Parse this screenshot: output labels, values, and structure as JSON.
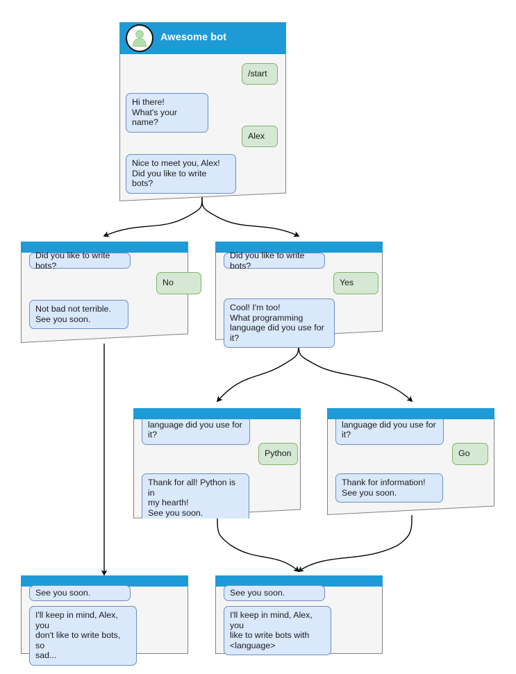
{
  "theme": {
    "header_blue": "#1e9bd7",
    "card_bg": "#f5f5f5",
    "card_border": "#808080",
    "bot_bubble_bg": "#dae8fc",
    "bot_bubble_border": "#6c8ebf",
    "user_bubble_bg": "#d5e8d4",
    "user_bubble_border": "#82b366",
    "avatar_fill": "#b5dfae",
    "connector": "#000000",
    "title_color": "#ffffff"
  },
  "diagram": {
    "type": "chatbot-conversation-flow",
    "root": {
      "id": "root-card",
      "title": "Awesome bot",
      "avatar_icon": "person-avatar-icon",
      "messages": [
        {
          "from": "user",
          "text": "/start"
        },
        {
          "from": "bot",
          "text": "Hi there!\nWhat's your name?"
        },
        {
          "from": "user",
          "text": "Alex"
        },
        {
          "from": "bot",
          "text": "Nice to meet you, Alex!\nDid you like to write bots?"
        }
      ]
    },
    "branch_no": {
      "id": "branch-no-card",
      "messages": [
        {
          "from": "bot",
          "text": "Did you like to write bots?"
        },
        {
          "from": "user",
          "text": "No"
        },
        {
          "from": "bot",
          "text": "Not bad not terrible.\nSee you soon."
        }
      ]
    },
    "branch_yes": {
      "id": "branch-yes-card",
      "messages": [
        {
          "from": "bot",
          "text": "Did you like to write bots?"
        },
        {
          "from": "user",
          "text": "Yes"
        },
        {
          "from": "bot",
          "text": "Cool! I'm too!\nWhat programming\nlanguage did you use for it?"
        }
      ]
    },
    "branch_python": {
      "id": "branch-python-card",
      "messages": [
        {
          "from": "bot",
          "text": "What programming\nlanguage did you use for it?"
        },
        {
          "from": "user",
          "text": "Python"
        },
        {
          "from": "bot",
          "text": "Thank for all! Python is in\nmy hearth!\nSee you soon."
        }
      ]
    },
    "branch_go": {
      "id": "branch-go-card",
      "messages": [
        {
          "from": "bot",
          "text": "What programming\nlanguage did you use for it?"
        },
        {
          "from": "user",
          "text": "Go"
        },
        {
          "from": "bot",
          "text": "Thank for information!\nSee you soon."
        }
      ]
    },
    "end_sad": {
      "id": "end-sad-card",
      "messages": [
        {
          "from": "bot",
          "text": "See you soon."
        },
        {
          "from": "bot",
          "text": "I'll keep in mind, Alex, you\ndon't like to write bots, so\nsad..."
        }
      ]
    },
    "end_happy": {
      "id": "end-happy-card",
      "messages": [
        {
          "from": "bot",
          "text": "See you soon."
        },
        {
          "from": "bot",
          "text": "I'll keep in mind, Alex, you\nlike to write bots with\n<language>"
        }
      ]
    }
  }
}
